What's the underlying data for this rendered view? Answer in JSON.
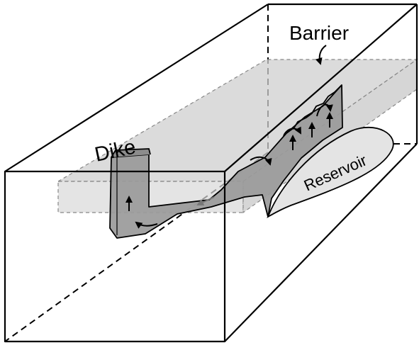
{
  "labels": {
    "barrier": "Barrier",
    "dike": "Dike",
    "reservoir": "Reservoir"
  },
  "colors": {
    "outline": "#000000",
    "barrier_fill": "#cfcfcf",
    "dike_fill": "#9a9a9a",
    "reservoir_fill": "#e4e4e4",
    "background": "#ffffff"
  },
  "icons": [
    "flow-arrow-icon",
    "label-pointer-arrow-icon"
  ]
}
